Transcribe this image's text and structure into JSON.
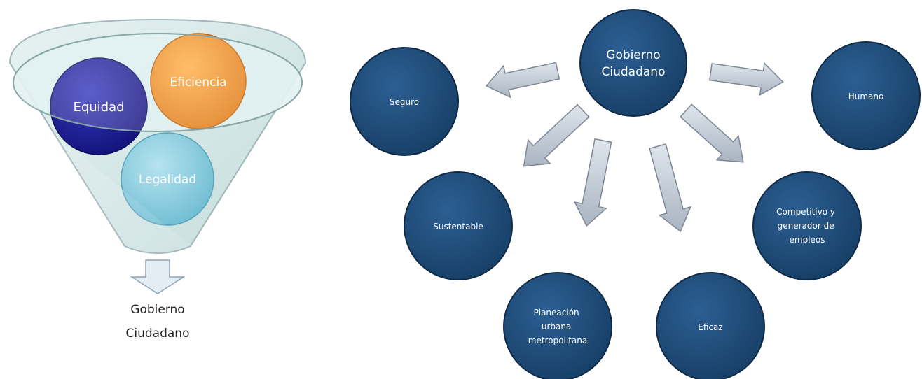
{
  "funnel": {
    "inputs": [
      "Equidad",
      "Eficiencia",
      "Legalidad"
    ],
    "output_line1": "Gobierno",
    "output_line2": "Ciudadano"
  },
  "hub": {
    "line1": "Gobierno",
    "line2": "Ciudadano"
  },
  "nodes": [
    {
      "label": "Seguro"
    },
    {
      "label": "Humano"
    },
    {
      "label": "Sustentable"
    },
    {
      "label": "Competitivo y generador de empleos"
    },
    {
      "label": "Planeación urbana metropolitana"
    },
    {
      "label": "Eficaz"
    }
  ],
  "colors": {
    "node_fill": "#1f4e79",
    "node_border": "#0f2a47",
    "arrow_fill": "#c3ccd6",
    "arrow_border": "#7d8894",
    "equidad": "#1a1a8c",
    "eficiencia": "#f08c1e",
    "legalidad": "#8fd0e0"
  }
}
